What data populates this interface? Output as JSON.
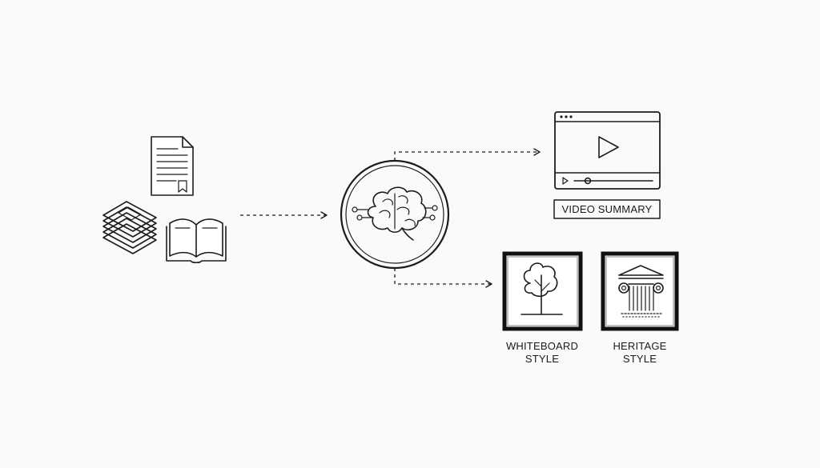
{
  "outputs": {
    "video": {
      "label": "VIDEO SUMMARY"
    },
    "whiteboard": {
      "line1": "WHITEBOARD",
      "line2": "STYLE"
    },
    "heritage": {
      "line1": "HERITAGE",
      "line2": "STYLE"
    }
  },
  "icons": {
    "inputs": [
      "document-icon",
      "papers-stack-icon",
      "open-book-icon"
    ],
    "processor": "brain-icon",
    "outputs": [
      "video-player-icon",
      "tree-icon",
      "temple-icon"
    ]
  },
  "colors": {
    "line": "#1c1c1c",
    "background": "#fafafa"
  }
}
